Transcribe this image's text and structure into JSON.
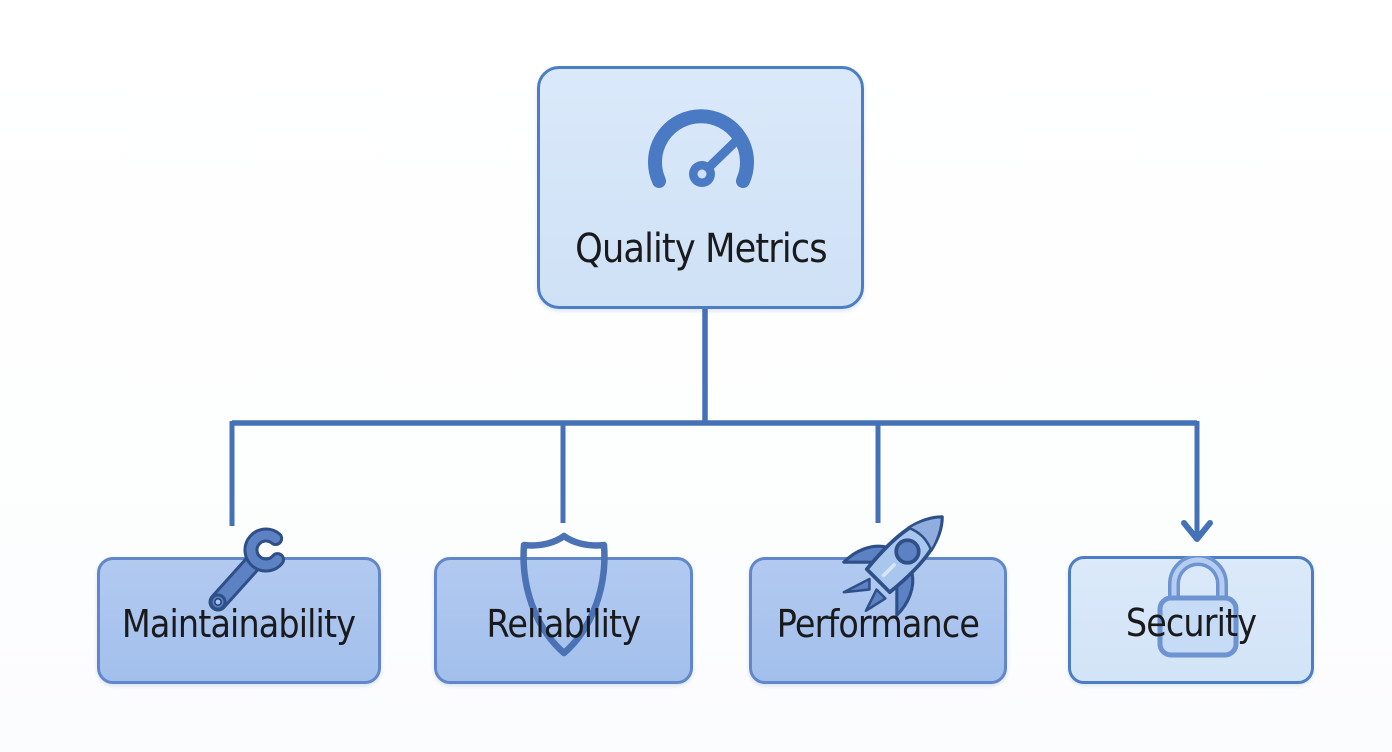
{
  "diagram": {
    "root": {
      "label": "Quality Metrics",
      "icon": "gauge-icon"
    },
    "children": [
      {
        "label": "Maintainability",
        "icon": "wrench-icon"
      },
      {
        "label": "Reliability",
        "icon": "shield-icon"
      },
      {
        "label": "Performance",
        "icon": "rocket-icon"
      },
      {
        "label": "Security",
        "icon": "lock-icon"
      }
    ],
    "connectors": {
      "type": "elbow-tree",
      "arrowhead_target": "Security"
    },
    "colors": {
      "background": "#ffffff",
      "root_fill": "#d4e4f7",
      "root_border": "#4d7ec5",
      "child_fill": "#aac4ee",
      "child_border": "#6286ca",
      "security_fill": "#d7e7f8",
      "security_border": "#4d7ec5",
      "connector_line": "#4571b7",
      "icon_primary": "#5d82c4",
      "icon_outline": "#2f4f88",
      "icon_light": "#c6dbf5",
      "text": "#1a1a1c"
    }
  }
}
